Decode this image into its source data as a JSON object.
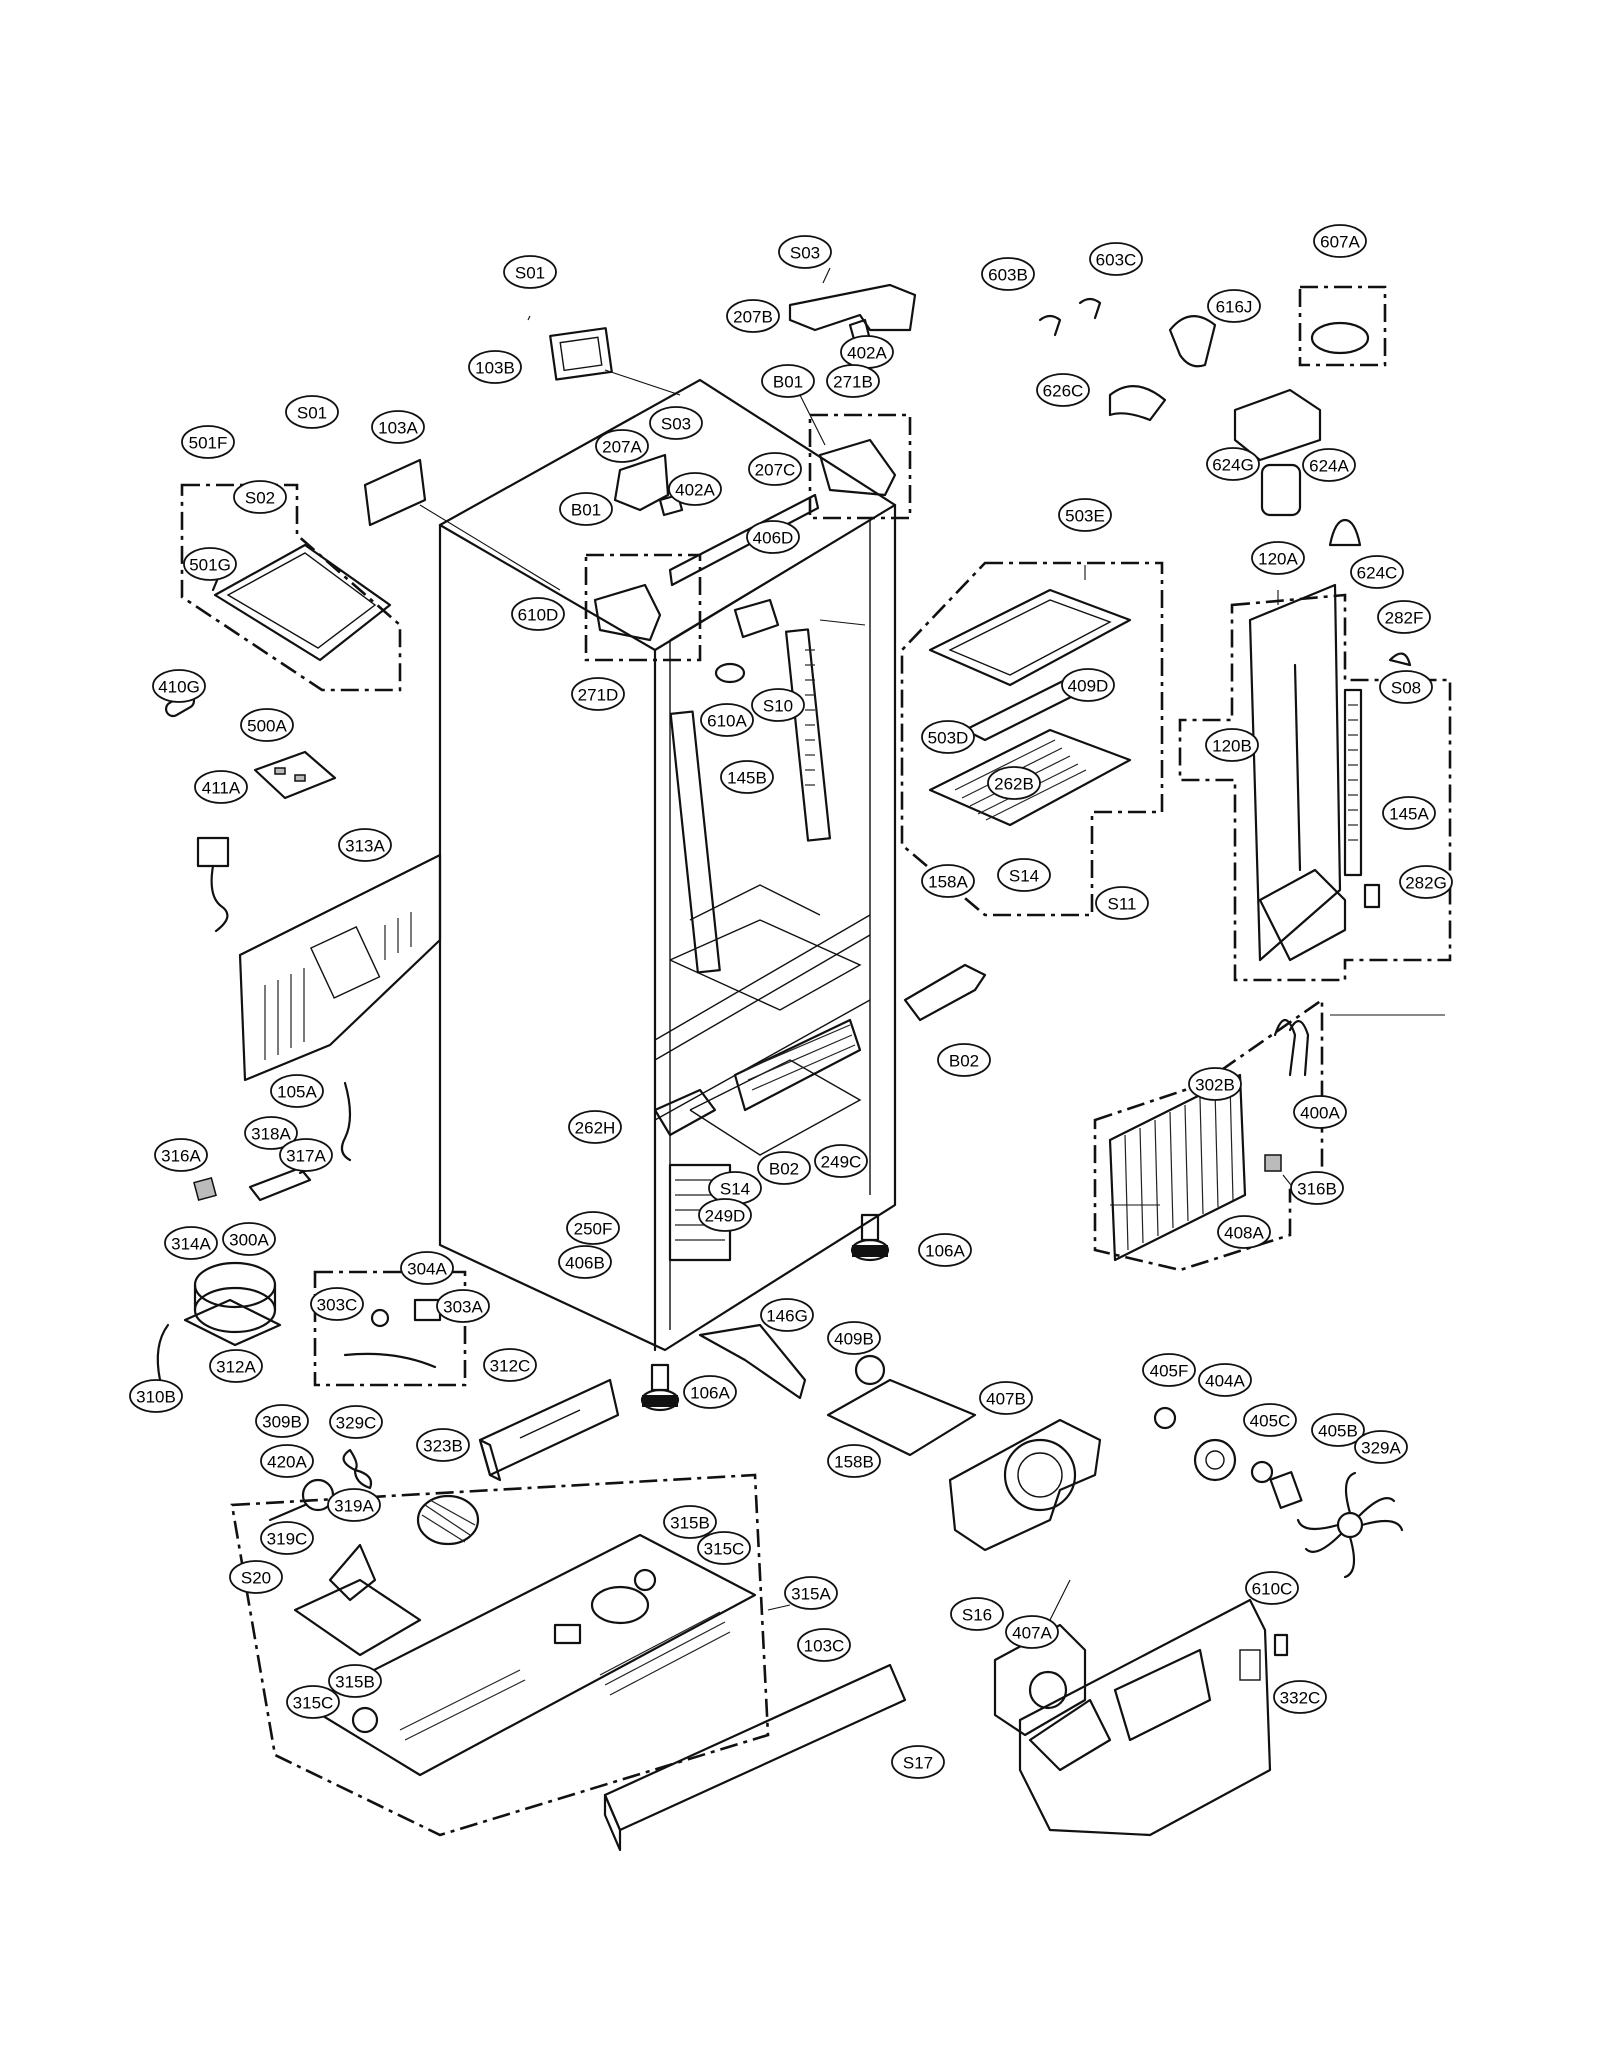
{
  "labels": [
    "S01",
    "103B",
    "S03",
    "207B",
    "402A",
    "603B",
    "603C",
    "607A",
    "616J",
    "626C",
    "624G",
    "624A",
    "624C",
    "501F",
    "S01",
    "103A",
    "S03",
    "B01",
    "271B",
    "207A",
    "207C",
    "402A",
    "B01",
    "406D",
    "610D",
    "271D",
    "501G",
    "S02",
    "503E",
    "503D",
    "409D",
    "158A",
    "S11",
    "120A",
    "282F",
    "S08",
    "120B",
    "145A",
    "282G",
    "410G",
    "500A",
    "411A",
    "313A",
    "610A",
    "S10",
    "145B",
    "262B",
    "S14",
    "B02",
    "302B",
    "400A",
    "316B",
    "408A",
    "105A",
    "318A",
    "317A",
    "316A",
    "262H",
    "B02",
    "S14",
    "249C",
    "250F",
    "249D",
    "406B",
    "106A",
    "314A",
    "300A",
    "304A",
    "303C",
    "303A",
    "310B",
    "312A",
    "312C",
    "106A",
    "146G",
    "409B",
    "158B",
    "407B",
    "405F",
    "404A",
    "405C",
    "405B",
    "329A",
    "309B",
    "329C",
    "420A",
    "323B",
    "319A",
    "319C",
    "S20",
    "315B",
    "315C",
    "315A",
    "S16",
    "407A",
    "610C",
    "332C",
    "103C",
    "S17",
    "315B",
    "315C"
  ]
}
